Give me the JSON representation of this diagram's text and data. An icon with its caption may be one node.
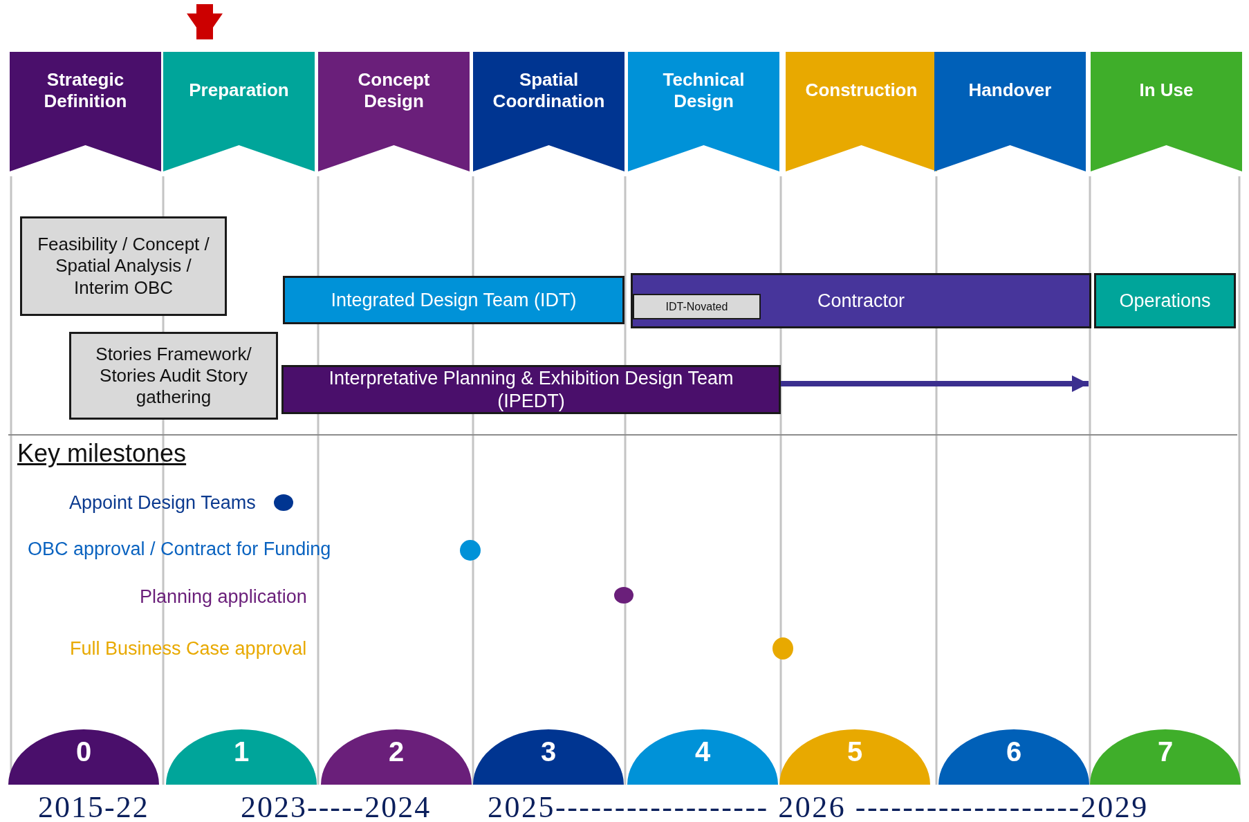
{
  "diagram": {
    "nodes": [
      {
        "text": [
          "Strategic Definition"
        ]
      },
      {
        "text": [
          "Preparation"
        ]
      },
      {
        "text": [
          "Concept Design"
        ]
      },
      {
        "text": [
          "Spatial Coordination"
        ]
      },
      {
        "text": [
          "Technical Design"
        ]
      },
      {
        "text": [
          "Construction"
        ]
      },
      {
        "text": [
          "Handover"
        ]
      },
      {
        "text": [
          "In Use"
        ]
      },
      {
        "text": [
          "Feasibility / Concept / Spatial Analysis / Interim OBC"
        ]
      },
      {
        "text": [
          "Integrated Design Team (IDT)"
        ]
      },
      {
        "text": [
          "Contractor"
        ]
      },
      {
        "text": [
          "IDT-Novated"
        ],
        "in": 10
      },
      {
        "text": [
          "Operations"
        ]
      },
      {
        "text": [
          "Stories Framework/ Stories Audit Story gathering"
        ]
      },
      {
        "text": [
          "Interpretative Planning & Exhibition Design Team (IPEDT)"
        ]
      },
      {
        "text": [
          "0"
        ]
      },
      {
        "text": [
          "1"
        ]
      },
      {
        "text": [
          "2"
        ]
      },
      {
        "text": [
          "3"
        ]
      },
      {
        "text": [
          "4"
        ]
      },
      {
        "text": [
          "5"
        ]
      },
      {
        "text": [
          "6"
        ]
      },
      {
        "text": [
          "7"
        ]
      }
    ],
    "edges": [
      {
        "from": null,
        "to": 1,
        "arrow": "to",
        "style": "thick",
        "color": "#cc0000"
      },
      {
        "from": 14,
        "to": null,
        "arrow": "to",
        "color": "#3b2f8f"
      }
    ],
    "labels": [
      "Key milestones",
      "Appoint Design Teams",
      "OBC approval / Contract for Funding",
      "Planning application",
      "Full Business Case approval",
      "2015-22",
      "2023-----2024",
      "2025------------------ 2026 -------------------2029"
    ]
  }
}
